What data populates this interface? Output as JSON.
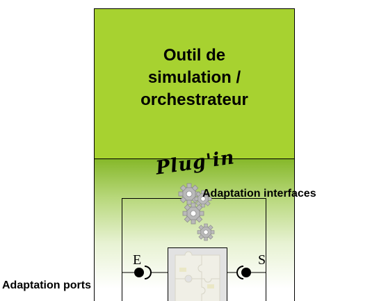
{
  "tool_box": {
    "title_lines": [
      "Outil de",
      "simulation /",
      "orchestrateur"
    ]
  },
  "plugin": {
    "label": "Plug'in"
  },
  "labels": {
    "adaptation_interfaces": "Adaptation interfaces",
    "adaptation_ports": "Adaptation ports"
  },
  "ports": {
    "input": "E",
    "output": "S"
  },
  "colors": {
    "tool_box_fill": "#a7d230",
    "plugin_gradient_top": "#86b82a",
    "component_fill": "#e2e2e2",
    "puzzle_fill": "#f0efe6"
  },
  "icons": {
    "gears": "gear-icon",
    "component": "puzzle-icon"
  }
}
